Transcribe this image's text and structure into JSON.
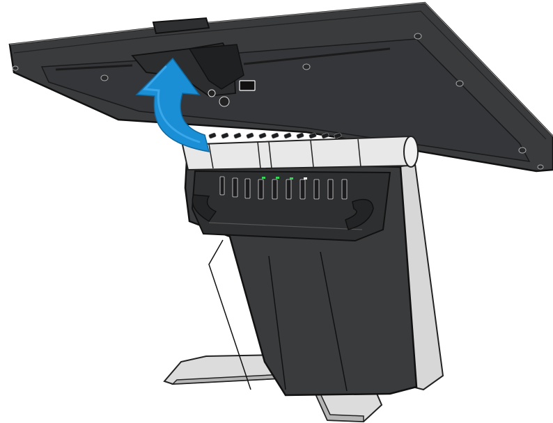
{
  "scene": {
    "subject": "pos-terminal-rear-view",
    "action": "lift-display-panel",
    "colors": {
      "housing": "#3a3b3d",
      "housing_dark": "#2a2b2d",
      "housing_edge": "#1a1a1a",
      "hinge": "#e8e8e8",
      "base_plate": "#dcdcdc",
      "base_plate_edge": "#9a9a9a",
      "arrow": "#1a8fd6",
      "arrow_highlight": "#3aa7ea",
      "led_green": "#39d45a",
      "background": "#ffffff"
    },
    "arrow_icon": "curved-up-arrow"
  }
}
